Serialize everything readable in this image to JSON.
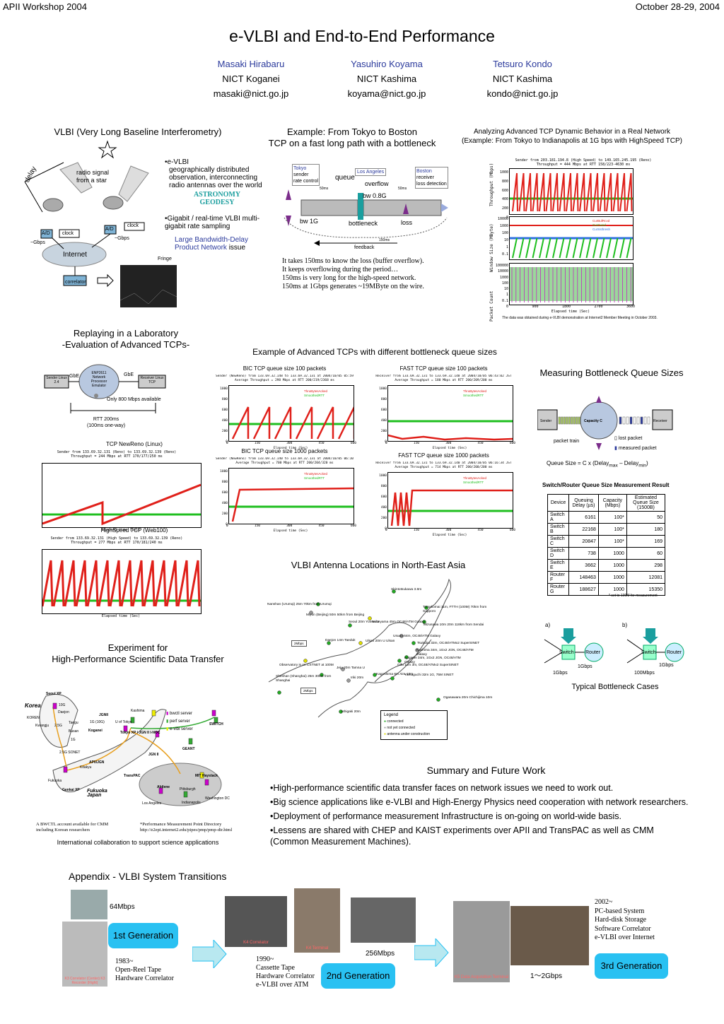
{
  "header": {
    "left": "APII Workshop 2004",
    "right": "October 28-29, 2004",
    "title": "e-VLBI and End-to-End Performance"
  },
  "authors": [
    {
      "name": "Masaki Hirabaru",
      "org": "NICT Koganei",
      "email": "masaki@nict.go.jp"
    },
    {
      "name": "Yasuhiro Koyama",
      "org": "NICT Kashima",
      "email": "koyama@nict.go.jp"
    },
    {
      "name": "Tetsuro Kondo",
      "org": "NICT Kashima",
      "email": "kondo@nict.go.jp"
    }
  ],
  "vlbi": {
    "title": "VLBI (Very Long Baseline Interferometry)",
    "delay": "delay",
    "radio": "radio signal",
    "from_star": "from a star",
    "ad": "A/D",
    "clock": "clock",
    "gbps": "~Gbps",
    "internet": "Internet",
    "correlator": "correlator",
    "fringe": "Fringe",
    "bullet1": "•e-VLBI",
    "bullet1_body": "geographically distributed observation, interconnecting radio antennas over the world",
    "astro1": "ASTRONOMY",
    "astro2": "GEODESY",
    "bullet2": "•Gigabit / real-time VLBI multi-gigabit rate sampling",
    "bullet3a": "Large Bandwidth-Delay",
    "bullet3b": "Product Network",
    "bullet3c": "issue"
  },
  "example": {
    "title1": "Example: From Tokyo to Boston",
    "title2": "TCP on a fast long path with a bottleneck",
    "tokyo": "Tokyo",
    "sender": "sender",
    "rate": "rate control",
    "queue": "queue",
    "la": "Los Angeles",
    "overflow": "overflow",
    "boston": "Boston",
    "receiver": "receiver",
    "loss_det": "loss detection",
    "bw08": "bw 0.8G",
    "bw1": "bw 1G",
    "bottleneck": "bottleneck",
    "loss": "loss",
    "feedback": "feedback",
    "ms50a": "50ms",
    "ms50b": "50ms",
    "ms150": "150ms",
    "notes": [
      "It takes 150ms to know the loss (buffer overflow).",
      "It keeps overflowing during the period…",
      "150ms is very long for the high-speed network.",
      "150ms at 1Gbps generates ~19MByte on the wire."
    ]
  },
  "analyzing": {
    "title1": "Analyzing Advanced TCP Dynamic Behavior in a Real Network",
    "title2": "(Example: From Tokyo to Indianapolis at 1G bps with HighSpeed TCP)",
    "note": "The data was obtained during e-VLBI demonstration at Internet2 Member Meeting in October 2003.",
    "plot_head": "Sender from 203.181.194.8 (High Speed) to 149.165.245.195 (Reno)",
    "plot_head2": "Throughput = 444 Mbps at RTT 158/223-4630 ms",
    "ylab1": "Throughput (Mbps)",
    "ylab2": "Window Size (MByte)",
    "ylab3": "Packet Count",
    "xlab": "Elapsed time (Sec)",
    "yticks1": [
      "1000",
      "800",
      "600",
      "400",
      "200",
      "0"
    ],
    "yticks2": [
      "10000",
      "1000",
      "100",
      "10",
      "1",
      "0.1"
    ],
    "yticks3": [
      "100000",
      "10000",
      "1000",
      "100",
      "10",
      "1",
      "0.1"
    ],
    "xticks": [
      "0",
      "900",
      "1800",
      "2700",
      "3600"
    ],
    "legend2": [
      "CurBufRcvd",
      "CurCwnd",
      "CurSsthresh"
    ]
  },
  "replay": {
    "title1": "Replaying in a Laboratory",
    "title2": "-Evaluation of Advanced TCPs-",
    "sender": "Sender Linux 2.4",
    "gbe": "GbE",
    "emulator": "ENP2611 Network Processor Emulator",
    "receiver": "Receiver Linux TCP",
    "only": "Only 800 Mbps available",
    "rtt1": "RTT 200ms",
    "rtt2": "(100ms one-way)"
  },
  "small_plots": [
    {
      "cap": "TCP NewReno (Linux)",
      "head": "Sender from 133.69.32.131 (Reno) to 133.69.32.139 (Reno)",
      "head2": "Throughput = 244 Mbps at RTT 170/177/250 ms",
      "kind": "ramp"
    },
    {
      "cap": "HighSpeed TCP (Web100)",
      "head": "Sender from 133.69.32.131 (High Speed) to 133.69.32.139 (Reno)",
      "head2": "Throughput = 277 Mbps at RTT 170/181/240 ms",
      "kind": "saw"
    }
  ],
  "advanced": {
    "title": "Example of Advanced TCPs with different bottleneck queue sizes",
    "plots": [
      {
        "cap": "BIC TCP queue size 100 packets",
        "head": "Sender (NewReno) from 133.69.32.148 to 133.69.32.131 at 2004/10/05 05:59",
        "head2": "Average Throughput = 298 Mbps at RTT 200/219/2368 ms",
        "kind": "bic100"
      },
      {
        "cap": "FAST TCP queue size 100 packets",
        "head": "Receiver from 133.69.32.131 to 133.69.32.148 at 2004/10/05 06:43:02 JST",
        "head2": "Average Throughput = 180 Mbps at RTT 200/209/200 ms",
        "kind": "fast100"
      },
      {
        "cap": "BIC TCP queue size 1000 packets",
        "head": "Sender (NewReno) from 133.69.32.140 to 133.69.32.131 at 2004/10/05 06:10",
        "head2": "Average Throughput = 700 Mbps at RTT 200/204/320 ms",
        "kind": "bic1000"
      },
      {
        "cap": "FAST TCP queue size 1000 packets",
        "head": "Receiver from 133.69.32.131 to 133.69.32.140 at 2004/10/05 06:16:34 JST",
        "head2": "Average Throughput = 714 Mbps at RTT 200/200/200 ms",
        "kind": "fast1000"
      }
    ],
    "xlab": "Elapsed time (Sec)",
    "ylab": "Throughput (Mbps)",
    "yticks": [
      "1000",
      "800",
      "600",
      "400",
      "200",
      "0"
    ],
    "xticks": [
      "0",
      "150",
      "300",
      "450",
      "600"
    ],
    "legend": [
      "ThruBytesAcked",
      "SmoothedRTT"
    ]
  },
  "measuring": {
    "title": "Measuring Bottleneck Queue Sizes",
    "sender": "Sender",
    "capacity": "Capacity C",
    "receiver": "Receiver",
    "train": "packet train",
    "lost": "lost packet",
    "measured": "measured packet",
    "formula": "Queue Size = C x (Delay",
    "max": "max",
    "mid": " – Delay",
    "min": "min",
    "close": ")",
    "result_title": "Switch/Router Queue Size Measurement Result",
    "headers": [
      "Device",
      "Queuing Delay (µs)",
      "Capacity (Mbps)",
      "Estimated Queue Size (1500B)"
    ],
    "rows": [
      [
        "Switch A",
        "6161",
        "100*",
        "50"
      ],
      [
        "Switch B",
        "22168",
        "100*",
        "180"
      ],
      [
        "Switch C",
        "20847",
        "100*",
        "169"
      ],
      [
        "Switch D",
        "738",
        "1000",
        "60"
      ],
      [
        "Switch E",
        "3662",
        "1000",
        "298"
      ],
      [
        "Router F",
        "148463",
        "1000",
        "12081"
      ],
      [
        "Router G",
        "188627",
        "1000",
        "15350"
      ]
    ],
    "footnote": "* set to 100M for measurement",
    "case_a": "a)",
    "case_b": "b)",
    "switch": "Switch",
    "router": "Router",
    "g1": "1Gbps",
    "g1b": "1Gbps",
    "m100": "100Mbps",
    "g1c": "1Gbps",
    "cases_title": "Typical Bottleneck Cases"
  },
  "map": {
    "title": "VLBI Antenna Locations in North-East Asia",
    "labels": [
      "Shintotsukawa 3.8m",
      "Nanshan (Urumqi) 25m 70km from Urumqi",
      "Tomakomai 11m, FTTH (100M) 70km from Sapporo",
      "Miyun (Beijing) 50m 50km from Beijing",
      "Nobeyama 45m OC48/ATM Galaxy",
      "Mizusawa 10m 20m 118km from Sendai",
      "Seoul 20m Yonsei U",
      "Usuda 64m, OC48/ATM Galaxy",
      "Daejon 14m Taeduk",
      "Ulsan 20m U Ulsan",
      "Tsukuba 32m, OC48/ATMx2 SuperSINET",
      "Kashima 34m, 1Gx2 JGN, OC48/ATM Galaxy",
      "Koganei 34m, 1Gx2 JGN, OC48/ATM Galaxy",
      "Gifu 11m 3m, OC48/ATMx2 SuperSINET",
      "Observatory is on CSTNET at 100M",
      "Jeju 20m Tamna U",
      "Kagoshima 6m Aira 10m",
      "Yamaguchi 32m 1G, 75M SINET",
      "Sheshan (Shanghai) 25m 30km from Shanghai",
      "Iriki 20m",
      "Ogasawara 20m Chichijima 10m",
      "Ishigaki 20m"
    ],
    "box1": "2Mbps",
    "box2": "2Mbps",
    "legend_title": "Legend",
    "legend": [
      "connected",
      "not yet connected",
      "antenna under construction"
    ]
  },
  "experiment": {
    "title1": "Experiment for",
    "title2": "High-Performance Scientific Data Transfer",
    "labels": [
      "Seoul XP",
      "Korea",
      "KOREN",
      "Daejon",
      "Taegu",
      "Busan",
      "Kwangju",
      "2.5G SONET",
      "Kitakyu",
      "Fukuoka",
      "Genkai XP",
      "Fukuoka Japan",
      "APII/JGN",
      "JGNII",
      "Kashima",
      "U of Tokyo",
      "Tokyo XP / JGN II I-NOC",
      "Koganei",
      "TransPAC",
      "JGN II",
      "GEANT",
      "MIT Haystack",
      "Abilene",
      "Pittsburgh",
      "Washington DC",
      "Los Angeles",
      "Indianapolis",
      "SWITCH",
      "10G",
      "1G",
      "2.5G",
      "1G (10G)"
    ],
    "legend": [
      "bwctl server",
      "perf server",
      "e-vlbi server"
    ],
    "note1": "A BWCTL account available for CMM including Korean researchers",
    "note2": "*Performance Measurement Point Directory http://e2epi.internet2.edu/pipes/pmp/pmp-dir.html",
    "caption": "International collaboration to support science applications"
  },
  "summary": {
    "title": "Summary and Future Work",
    "bullets": [
      "•High-performance scientific data transfer faces on network issues we need to work out.",
      "•Big science applications like e-VLBI and High-Energy Physics need cooperation with network researchers.",
      "•Deployment of performance measurement Infrastructure is on-going on world-wide basis.",
      "•Lessens are shared with CHEP and KAIST experiments over APII and TransPAC as well as CMM (Common Measurement Machines)."
    ]
  },
  "appendix": {
    "title": "Appendix - VLBI System Transitions",
    "rate1": "64Mbps",
    "gen1": "1st Generation",
    "note1": [
      "1983~",
      "Open-Reel Tape",
      "Hardware Correlator"
    ],
    "photo1_cap": "K3 Correlator (Center) K3 Recorder (Right)",
    "photo2_cap": "K4 Correlator",
    "photo3_cap": "K4 Terminal",
    "rate2": "256Mbps",
    "note2": [
      "1990~",
      "Cassette Tape",
      "Hardware Correlator",
      "e-VLBI over ATM"
    ],
    "gen2": "2nd Generation",
    "photo4_cap": "K5 Data Acquisition Terminal",
    "rate3": "1～2Gbps",
    "note3": [
      "2002~",
      "PC-based System",
      "Hard-disk Storage",
      "Software Correlator",
      "e-VLBI over Internet"
    ],
    "gen3": "3rd Generation"
  },
  "colors": {
    "accent": "#2b3a9c",
    "red": "#e0201a",
    "green": "#1fbf1f",
    "gen": "#29c1f2"
  }
}
